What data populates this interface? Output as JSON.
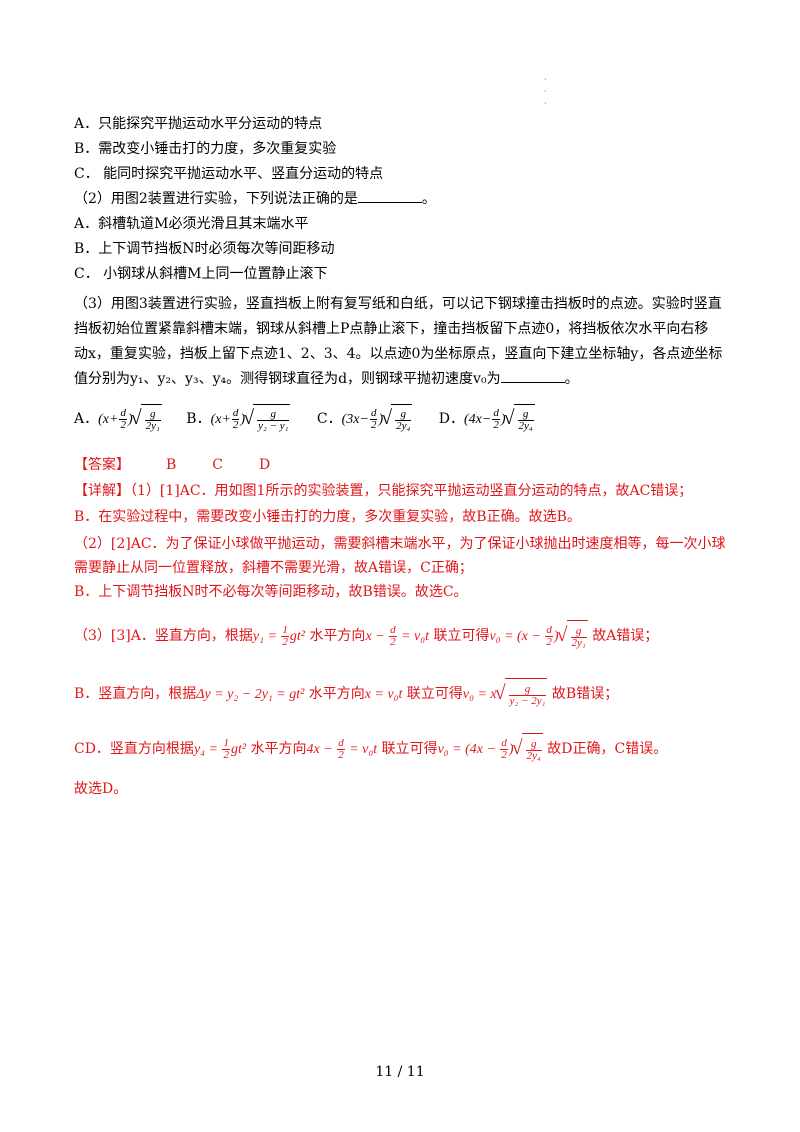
{
  "q1_options": {
    "A": "A．只能探究平抛运动水平分运动的特点",
    "B": "B．需改变小锤击打的力度，多次重复实验",
    "C": "C． 能同时探究平抛运动水平、竖直分运动的特点"
  },
  "q2": {
    "stem_pre": "（2）用图2装置进行实验，下列说法正确的是",
    "stem_post": "。",
    "A": "A．斜槽轨道M必须光滑且其末端水平",
    "B": "B．上下调节挡板N时必须每次等间距移动",
    "C": "C． 小钢球从斜槽M上同一位置静止滚下"
  },
  "q3": {
    "line1": "（3）用图3装置进行实验，竖直挡板上附有复写纸和白纸，可以记下钢球撞击挡板时的点迹。实验时竖直",
    "line2": "挡板初始位置紧靠斜槽末端，钢球从斜槽上P点静止滚下，撞击挡板留下点迹0，将挡板依次水平向右移",
    "line3": "动x，重复实验，挡板上留下点迹1、2、3、4。以点迹0为坐标原点，竖直向下建立坐标轴y，各点迹坐标",
    "line4_pre": "值分别为y₁、y₂、y₃、y₄。测得钢球直径为d，则钢球平抛初速度v₀为",
    "line4_post": "。",
    "optA_label": "A．",
    "optB_label": "B．",
    "optC_label": "C．",
    "optD_label": "D．"
  },
  "answer": {
    "label": "【答案】",
    "values": [
      "B",
      "C",
      "D"
    ]
  },
  "explain": {
    "l1": "【详解】（1）[1]AC．用如图1所示的实验装置，只能探究平抛运动竖直分运动的特点，故AC错误；",
    "l2": "B．在实验过程中，需要改变小锤击打的力度，多次重复实验，故B正确。故选B。",
    "l3": "（2）[2]AC．为了保证小球做平抛运动，需要斜槽末端水平，为了保证小球抛出时速度相等，每一次小球",
    "l4": "需要静止从同一位置释放，斜槽不需要光滑，故A错误，C正确；",
    "l5": "B．上下调节挡板N时不必每次等间距移动，故B错误。故选C。",
    "l6_a": "（3）[3]A．竖直方向，根据",
    "l6_b": "水平方向",
    "l6_c": "联立可得",
    "l6_d": "故A错误；",
    "l7_a": "B．竖直方向，根据",
    "l7_b": "水平方向",
    "l7_c": "联立可得",
    "l7_d": "故B错误；",
    "l8_a": "CD．竖直方向根据",
    "l8_b": "水平方向",
    "l8_c": "联立可得",
    "l8_d": "故D正确，C错误。",
    "l9": "故选D。"
  },
  "footer": {
    "page": "11 / 11"
  }
}
